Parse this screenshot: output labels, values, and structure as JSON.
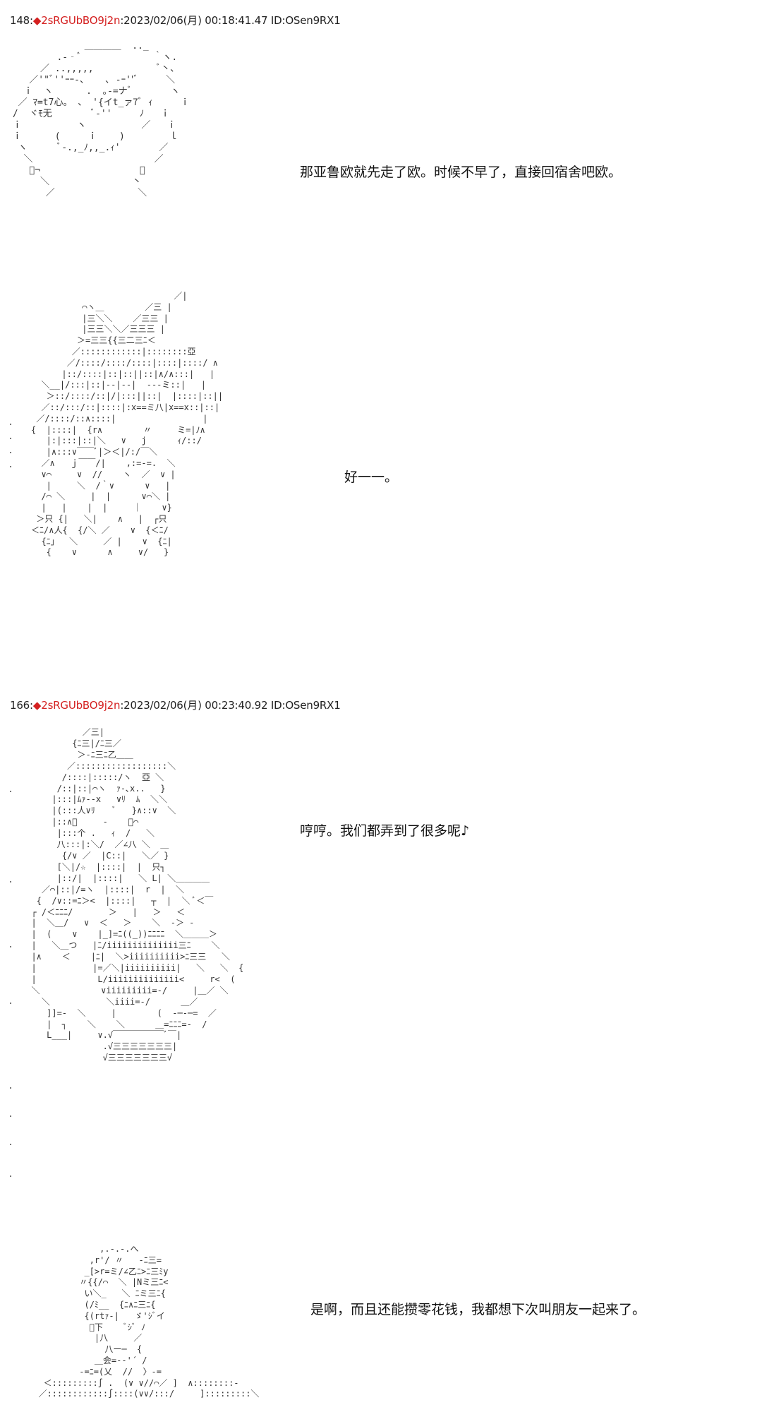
{
  "posts": [
    {
      "number": "148",
      "separator": ":",
      "trip": "◆2sRGUbBO9j2n",
      "meta": ":2023/02/06(月) 00:18:41.47 ID:OSen9RX1",
      "panels": [
        {
          "dialogue": "那亚鲁欧就先走了欧。时候不早了，直接回宿舍吧欧。",
          "art": "              ＿＿＿＿  .._\n         .-‐ﾞ             ｀ヽ.\n      ／ ..,,,,,            ﾞ丶、\n    ／'\"ﾞ''ｰｰ-、   ､ -ｰ''ﾞ     ＼\n   ｉ  ヽ      .  ｡-=ナﾞ       ヽ\n  ／ ﾏ=t7心。 、 '{イt_ァ7ﾞ ｨ     ｉ\n /  ヾﾓ无       ﾞ‐''     ﾉ   ｉ\n ｉ          ヽ          ／   ｉ\n ｉ      (     ｉ    )        ｌ\n  ヽ      ﾞ-.,_ﾉ,,_.ｨ'       ／\n   ＼                      ／\n    ﾞ¬                  ／\n      ＼               丶\n       ／               ＼"
        },
        {
          "dialogue": "好一一。",
          "art": "                            ／|\n          ⌒ヽ＿        ／三 |\n          |三＼＼    ／三三 |\n          |三三＼＼／三三三 |\n         ＞=三三{{三二三ﾆ＜\n        ／::::::::::::|::::::::亞\n       ／/::::/::::/::::|::::|::::/ ∧\n      |::/::::|::|::||::|∧/∧:::|   |\n  ＼__|/:::|::|--|--|  ---ミ::|   |\n   ＞::/::::/::|/|:::||::|  |::::|::||\n  ／::/:::/::|::::|:x==ミ八|x==x::|::|\n ／/::::/::∧::::|                 |\n{  |::::|  {r∧        〃     ミ=|ﾉ∧\n   |:|:::|::|＼   ∨   j      ｨ/::/\n   |∧:::∨￣￣ﾞ|＞＜|/:/￣＼\n  ／∧   ｊ￣￣/|    ,:=-=.  ＼\n  ∨⌒     ∨  //    ヽ  ／  ∨ |\n   |     ＼  /｀∨      ∨   |\n  /⌒ ＼     |  |      ∨⌒＼ |\n  |   |    |  |     ｜    ∨}\n ＞只 {|   ＼|    ∧   |  ┌只\n＜ﾆ/∧人{  {/＼ ／    ∨  {＜ﾆ/\n  {ﾆ」  ＼     ／ |    ∨  {ﾆ|\n   {    ∨      ∧     ∨/   }"
        }
      ]
    },
    {
      "number": "166",
      "separator": ":",
      "trip": "◆2sRGUbBO9j2n",
      "meta": ":2023/02/06(月) 00:23:40.92 ID:OSen9RX1",
      "panels": [
        {
          "dialogue": "哼哼。我们都弄到了很多呢♪",
          "art": "            ／三|\n          {ﾆ三|/ﾆ三／\n           ＞-ﾆ三ﾆ乙＿＿\n         ／::::::::::::::::::＼\n        /::::|:::::/ヽ  亞 ＼\n       /::|::|⌒ヽ  ｧ-､x..   }\n      |:::|ﾑｧ--x   ∨ﾘ  ﾑ  ＼＼\n      |(:::人∨ﾘ    ﾞ   }∧::∨  ＼\n      |::∧ﾞ     -    ／⌒\n       |:::个 .   ｨ  /   ＼\n       八:::|:＼/  ／∠八 ＼  ＿\n        {/∨ ／  |C::|   ＼／ }\n       [＼|/☆  |::::|  |  只┐\n       |::/|  |::::|   ＼ L| ＼＿＿＿＿\n    ／⌒|::|/=ヽ  |::::|  r  |  ＼\n   {  /∨::=ﾆ＞<  |::::|   ┬  |  ＼ ﾞ＜￣\n  ┌ /＜ﾆﾆﾆ/       ＞   |   ＞   ＜\n  |  ＼＿/   ∨  ＜   ＞    ＼  -＞ -\n  |  (    ∨    |_]=ﾆ((_))ﾆﾆﾆﾆ  ＼＿＿＿＞\n  |   ＼＿つ   |ﾆ/iiiiiiiiiiiiii三ﾆ    ＼\n  |∧    ＜    |ﾆ|  ＼>iiiiiiiiii>ﾆ三三   ＼\n  |           |=／＼|iiiiiiiiii|   ＼   ＼  {\n  |            L/iiiiiiiiiiiiii<     r<  (\n  ＼            ∨iiiiiiiii=-/     |＿／ ＼\n    ＼           ＼iiii=-/      ＿／\n     ]]=-  ＼     |        (  -─-─=  ／\n     |  ┐    ＼    ＼      ＿=ﾆﾆﾆ=-  /\n     L___|     ∨.√￣￣￣￣￣￣ﾞ￣|\n                .√三三三三三三三|\n                √三三三三三三三√"
        },
        {
          "dialogue": "是啊，而且还能攒零花钱，我都想下次叫朋友一起来了。",
          "art": "              ,.-.-.へ\n            ,r'/ 〃   -ﾆ三=\n           _[>r=ミ/∠乙ﾆ>ﾆ三ﾐy\n          〃{{/⌒  ＼ |Nミ三ﾆ<\n           い＼_   ＼ ﾆミ三ﾆ{\n           (/ﾐ__  {ﾆ∧ﾆ三ﾆ{\n           {(rtｧ-|   ゞ'ｼﾞイ\n            ﾞ下    ﾞｼﾞ ﾉ\n             |八     ／\n               八ー─  {\n             ＿会=-‐'´ /\n          -=ﾆ=(乂  //  〉-=\n   ＜:::::::::∫ .  (∨ ∨//⌒／ ]  ∧::::::::-\n  ／::::::::::::∫::::(∨∨/:::/     ]:::::::::＼"
        }
      ]
    }
  ]
}
